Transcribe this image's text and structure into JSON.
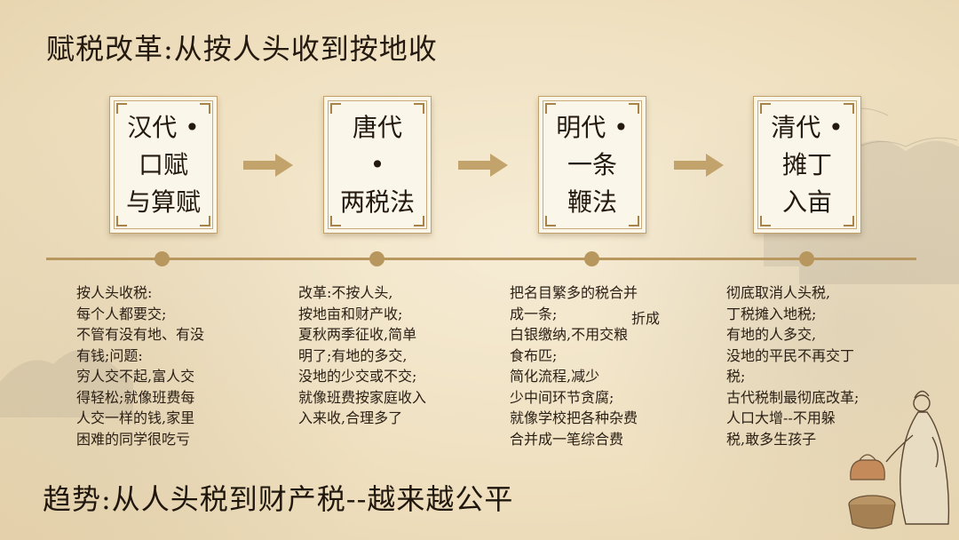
{
  "title": "赋税改革:从按人头收到按地收",
  "stages": [
    {
      "lines": [
        "汉代 •",
        "口赋",
        "与算赋"
      ]
    },
    {
      "lines": [
        "唐代",
        "•",
        "两税法"
      ]
    },
    {
      "lines": [
        "明代 •",
        "一条",
        "鞭法"
      ]
    },
    {
      "lines": [
        "清代 •",
        "摊丁",
        "入亩"
      ]
    }
  ],
  "descriptions": [
    {
      "lines": [
        "按人头收税:",
        "每个人都要交;",
        "不管有没有地、有没",
        "有钱;问题:",
        "穷人交不起,富人交",
        "得轻松;就像班费每",
        "人交一样的钱,家里",
        "困难的同学很吃亏"
      ]
    },
    {
      "lines": [
        "改革:不按人头,",
        "按地亩和财产收;",
        "夏秋两季征收,简单",
        "明了;有地的多交,",
        "没地的少交或不交;",
        "就像班费按家庭收入",
        "入来收,合理多了"
      ]
    },
    {
      "lines": [
        "把名目繁多的税合并",
        "成一条;",
        "白银缴纳,不用交粮",
        "食布匹;",
        "简化流程,减少",
        "少中间环节贪腐;",
        "就像学校把各种杂费",
        "合并成一笔综合费"
      ]
    },
    {
      "lines": [
        "彻底取消人头税,",
        "丁税摊入地税;",
        "有地的人多交,",
        "没地的平民不再交丁",
        "税;",
        "古代税制最彻底改革;",
        "人口大增--不用躲",
        "税,敢多生孩子"
      ]
    }
  ],
  "stage3_note": "折成",
  "footer": "趋势:从人头税到财产税--越来越公平",
  "colors": {
    "accent": "#b8975f",
    "arrow": "#c2a36b",
    "background": "#f3e6ca",
    "text": "#24190f"
  }
}
